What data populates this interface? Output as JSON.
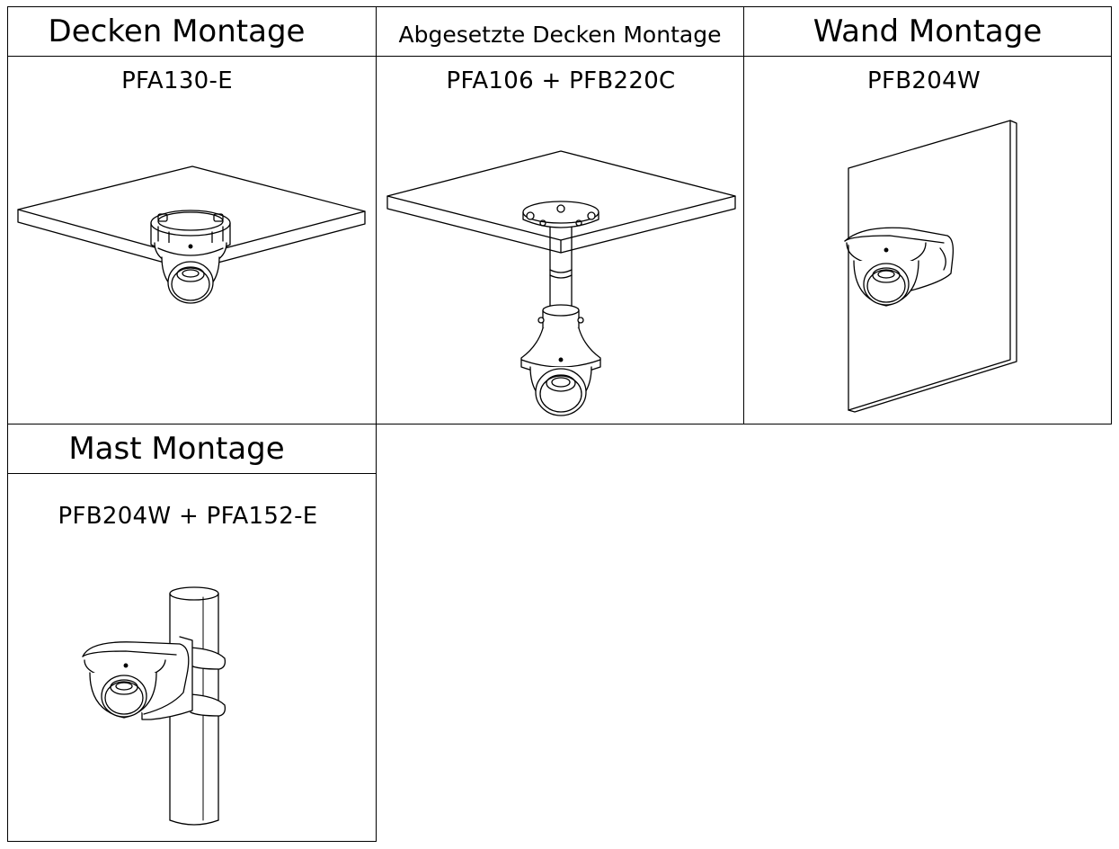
{
  "cells": [
    {
      "title": "Decken Montage",
      "model": "PFA130-E",
      "illustration_icon": "ceiling-mount-camera-icon"
    },
    {
      "title": "Abgesetzte Decken Montage",
      "model": "PFA106 + PFB220C",
      "illustration_icon": "pendant-mount-camera-icon"
    },
    {
      "title": "Wand Montage",
      "model": "PFB204W",
      "illustration_icon": "wall-mount-camera-icon"
    },
    {
      "title": "Mast Montage",
      "model": "PFB204W + PFA152-E",
      "illustration_icon": "pole-mount-camera-icon"
    }
  ],
  "colors": {
    "line": "#000000",
    "background": "#ffffff"
  }
}
